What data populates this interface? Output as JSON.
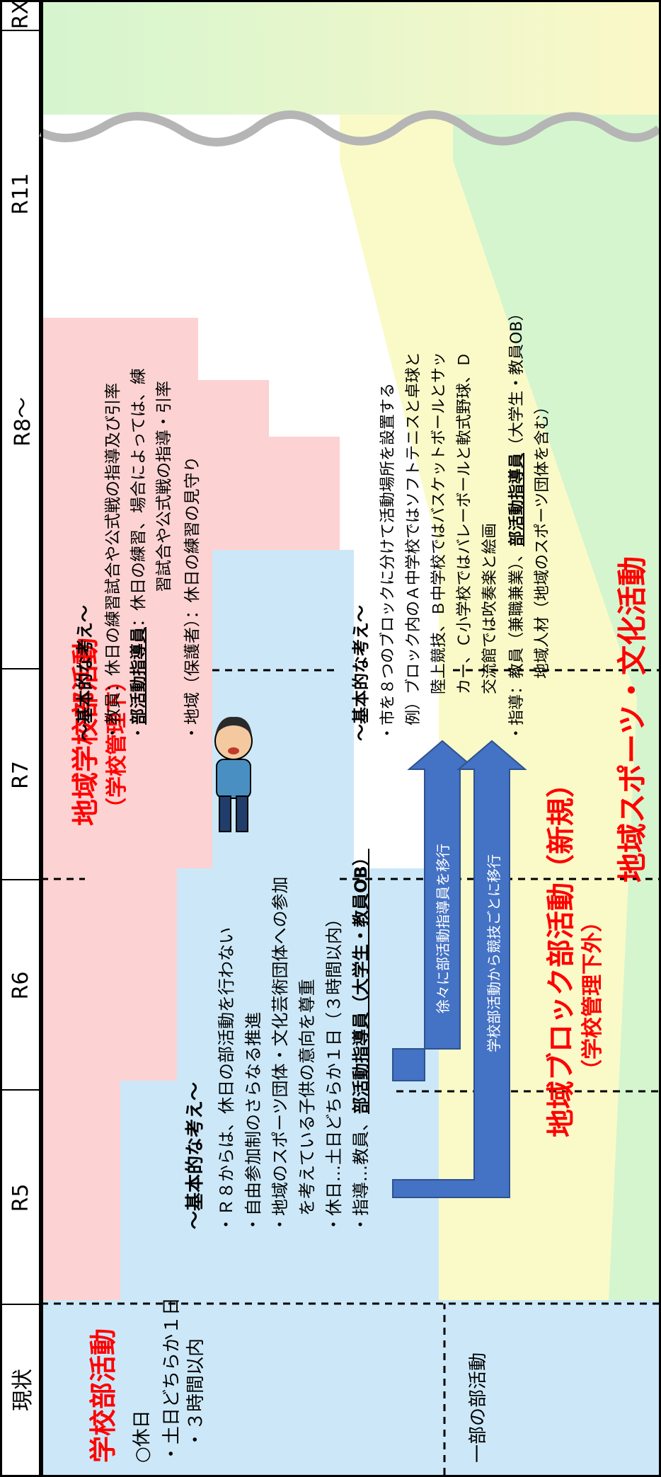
{
  "timeline": {
    "columns": [
      {
        "label": "現状"
      },
      {
        "label": "R5"
      },
      {
        "label": "R6"
      },
      {
        "label": "R7"
      },
      {
        "label": "R8～"
      },
      {
        "label": "R11"
      },
      {
        "label": "RX"
      }
    ]
  },
  "school_club": {
    "title": "学校部活動",
    "holiday_label": "○休日",
    "holiday_lines": [
      "・土日どちらか１日",
      "・３時間以内"
    ],
    "partial_label": "一部の部活動"
  },
  "regional_school_club": {
    "title": "地域学校部活動",
    "subtitle": "（学校管理下）",
    "concept": {
      "heading": "～基本的な考え～",
      "line1": "・教員：休日の練習試合や公式戦の指導及び引率",
      "line2_prefix": "・",
      "line2_bold": "部活動指導員",
      "line2_rest": "：休日の練習、場合によっては、練",
      "line2_cont": "習試合や公式戦の指導・引率",
      "line3": "・地域（保護者）：休日の練習の見守り"
    }
  },
  "transition_concept": {
    "heading": "～基本的な考え～",
    "lines": [
      "・Ｒ８からは、休日の部活動を行わない",
      "・自由参加制のさらなる推進",
      "・地域のスポーツ団体・文化芸術団体への参加",
      "　を考えている子供の意向を尊重",
      "・休日…土日どちらか１日（３時間以内）"
    ],
    "guide_prefix": "・指導…教員、",
    "guide_bold": "部活動指導員",
    "guide_rest": "（大学生・教員OB）"
  },
  "arrows": {
    "arrow1": "徐々に部活動指導員を移行",
    "arrow2": "学校部活動から競技ごとに移行"
  },
  "block_club": {
    "title": "地域ブロック部活動（新規）",
    "subtitle": "（学校管理下外）",
    "concept": {
      "heading": "～基本的な考え～",
      "lines": [
        "・市を８つのブロックに分けて活動場所を設置する",
        "　例）ブロック内のＡ中学校ではソフトテニスと卓球と",
        "　　　陸上競技、Ｂ中学校ではバスケットボールとサッ",
        "　　　カー、Ｃ小学校ではバレーボールと軟式野球、Ｄ",
        "　　　交流館では吹奏楽と絵画"
      ],
      "guide_prefix": "・指導：教員（兼職兼業）、",
      "guide_bold": "部活動指導員",
      "guide_rest": "（大学生・教員OB）",
      "guide_cont": "　　　　地域人材（地域のスポーツ団体を含む）"
    }
  },
  "regional_activity": {
    "title": "地域スポーツ・文化活動"
  },
  "colors": {
    "pink": "#fcd2d2",
    "blue": "#cce8f8",
    "yellow": "#fafac8",
    "green": "#d5f5cf",
    "red_title": "#ff0000",
    "arrow_blue": "#4472c4"
  },
  "icons": {
    "person": "teacher-person-icon"
  }
}
